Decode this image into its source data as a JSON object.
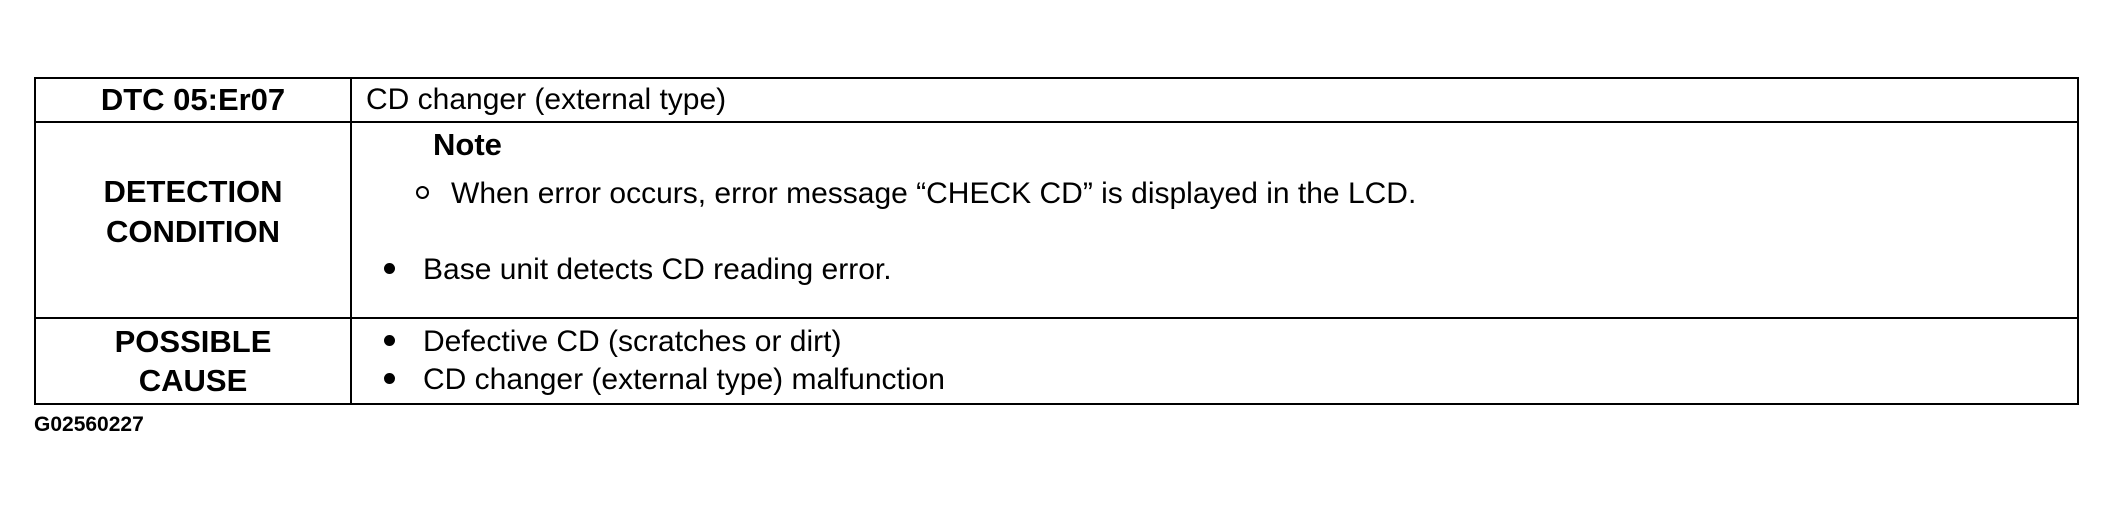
{
  "table": {
    "header_row": {
      "label": "DTC 05:Er07",
      "value": "CD changer (external type)"
    },
    "detection_row": {
      "label_line1": "DETECTION",
      "label_line2": "CONDITION",
      "note_title": "Note",
      "note_item": "When error occurs, error message “CHECK CD” is displayed in the LCD.",
      "items": [
        "Base unit detects CD reading error."
      ]
    },
    "cause_row": {
      "label_line1": "POSSIBLE",
      "label_line2": "CAUSE",
      "items": [
        "Defective CD (scratches or dirt)",
        "CD changer (external type) malfunction"
      ]
    }
  },
  "figure_id": "G02560227"
}
